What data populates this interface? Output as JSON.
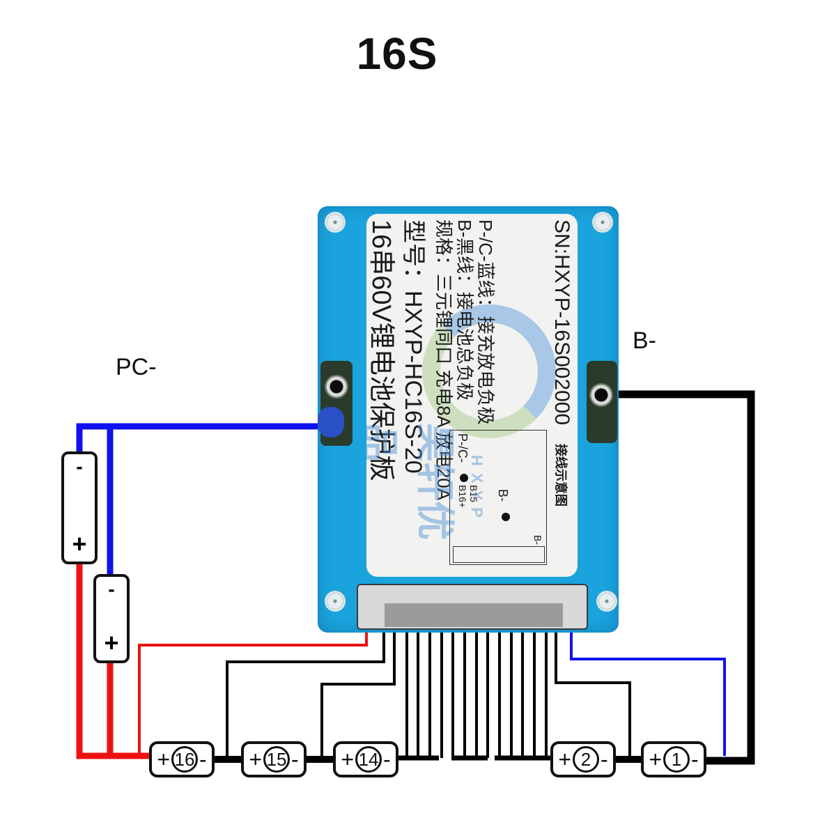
{
  "title": "16S",
  "terminals": {
    "pc_minus": "PC-",
    "b_minus": "B-"
  },
  "board": {
    "color": "#1aa3dc",
    "label": {
      "line1": "16串60V锂电池保护板",
      "line2": "型号：HXYP-HC16S-20",
      "line3": "规格：三元锂同口  充电8A  放电20A",
      "line4": "B-黑线：接电池总负极",
      "line5": "P-/C-蓝线：接充放电负极",
      "serial": "SN:HXYP-16S002000",
      "watermark": "昊轩优品",
      "watermark_sub": "HXYP",
      "wiring_diagram": {
        "title": "接线示意图",
        "b_minus": "B-",
        "pc_minus": "P-/C-",
        "b15": "B15",
        "b16": "B16+",
        "b_minus_pin": "B-"
      }
    }
  },
  "cells": [
    {
      "plus": "+",
      "number": "16",
      "minus": "-"
    },
    {
      "plus": "+",
      "number": "15",
      "minus": "-"
    },
    {
      "plus": "+",
      "number": "14",
      "minus": "-"
    },
    {
      "plus": "+",
      "number": "2",
      "minus": "-"
    },
    {
      "plus": "+",
      "number": "1",
      "minus": "-"
    }
  ],
  "parallel_cells": [
    {
      "minus": "-",
      "plus": "+"
    },
    {
      "minus": "-",
      "plus": "+"
    }
  ],
  "wire_colors": {
    "positive": "#ee1111",
    "pc_negative": "#1111ee",
    "b_negative": "#000000",
    "balance": "#000000"
  }
}
